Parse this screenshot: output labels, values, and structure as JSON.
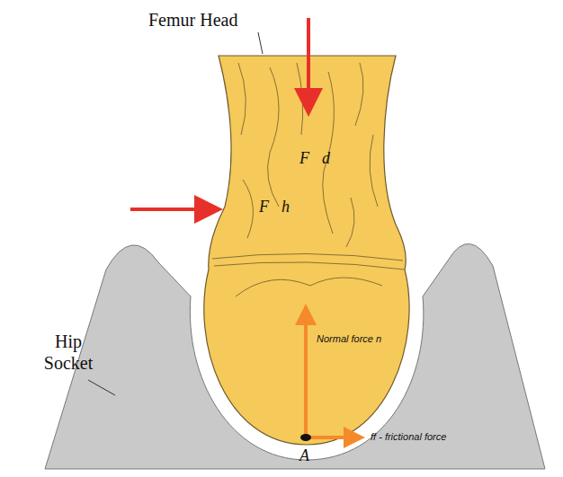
{
  "diagram": {
    "labels": [
      "Femur Head",
      "Hip Socket",
      "F⃗d",
      "F⃗h",
      "Normal force n",
      "ff - frictional force",
      "A"
    ]
  }
}
